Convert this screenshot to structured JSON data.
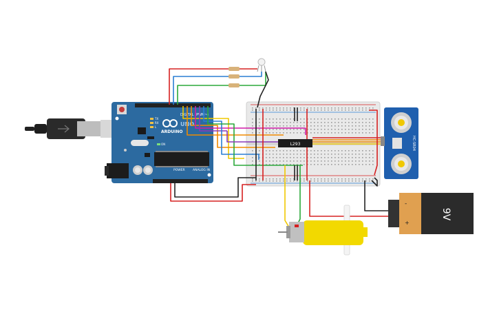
{
  "arduino": {
    "logo": "ARDUINO",
    "uno": "UNO",
    "digital": "DIGITAL (PWM~)",
    "power": "POWER",
    "analog": "ANALOG IN",
    "tx": "TX",
    "rx": "RX",
    "l": "L",
    "on": "ON"
  },
  "chip": {
    "label": "L293"
  },
  "sensor": {
    "label": "HC-SR04"
  },
  "battery": {
    "label": "9V",
    "minus": "-",
    "plus": "+"
  },
  "colors": {
    "board": "#2c6aa0",
    "breadboard": "#e9e9e9",
    "motor": "#f2d900",
    "battery_top": "#e0a050",
    "battery_body": "#2b2b2b",
    "wire_red": "#d62020",
    "wire_blue": "#2a7fd4",
    "wire_green": "#2aa83a",
    "wire_black": "#222222",
    "wire_yellow": "#f0c800",
    "wire_orange": "#f08a00",
    "wire_magenta": "#d01ca8",
    "wire_purple": "#8a3ab8"
  }
}
